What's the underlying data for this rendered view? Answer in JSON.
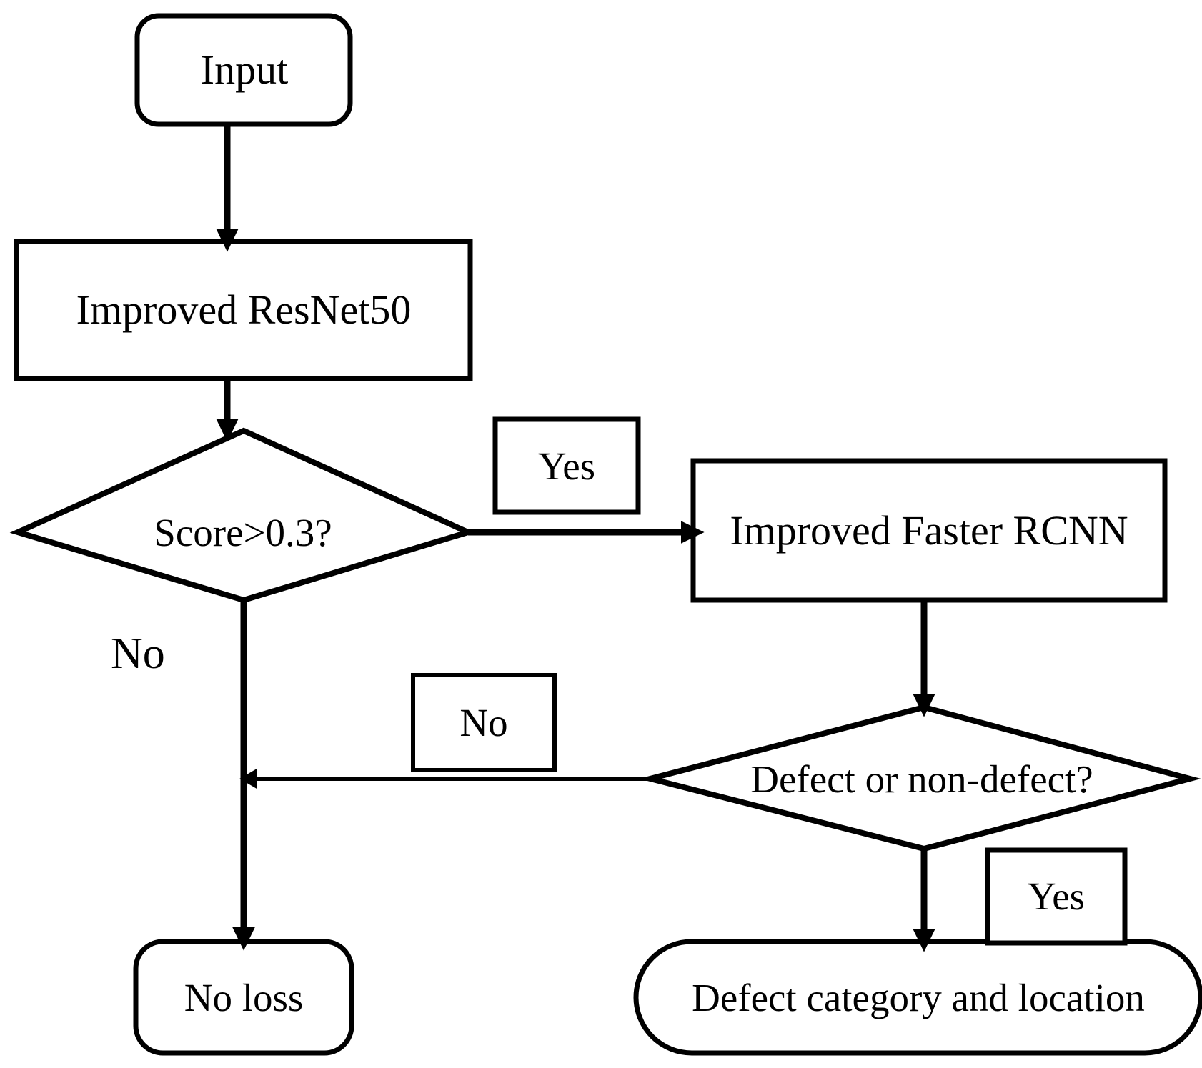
{
  "diagram": {
    "title": "Defect detection pipeline flowchart",
    "background_color": "#ffffff",
    "stroke_color": "#000000",
    "nodes": {
      "input": {
        "label": "Input",
        "shape": "rounded-rectangle"
      },
      "resnet": {
        "label": "Improved ResNet50",
        "shape": "rectangle"
      },
      "score_decision": {
        "label": "Score>0.3?",
        "shape": "diamond"
      },
      "faster_rcnn": {
        "label": "Improved Faster RCNN",
        "shape": "rectangle"
      },
      "defect_decision": {
        "label": "Defect or non-defect?",
        "shape": "diamond"
      },
      "no_loss": {
        "label": "No loss",
        "shape": "rounded-rectangle"
      },
      "defect_output": {
        "label": "Defect category and location",
        "shape": "stadium"
      }
    },
    "edge_labels": {
      "score_yes": {
        "label": "Yes",
        "boxed": true
      },
      "score_no": {
        "label": "No",
        "boxed": false
      },
      "defect_no": {
        "label": "No",
        "boxed": true
      },
      "defect_yes": {
        "label": "Yes",
        "boxed": true
      }
    }
  }
}
